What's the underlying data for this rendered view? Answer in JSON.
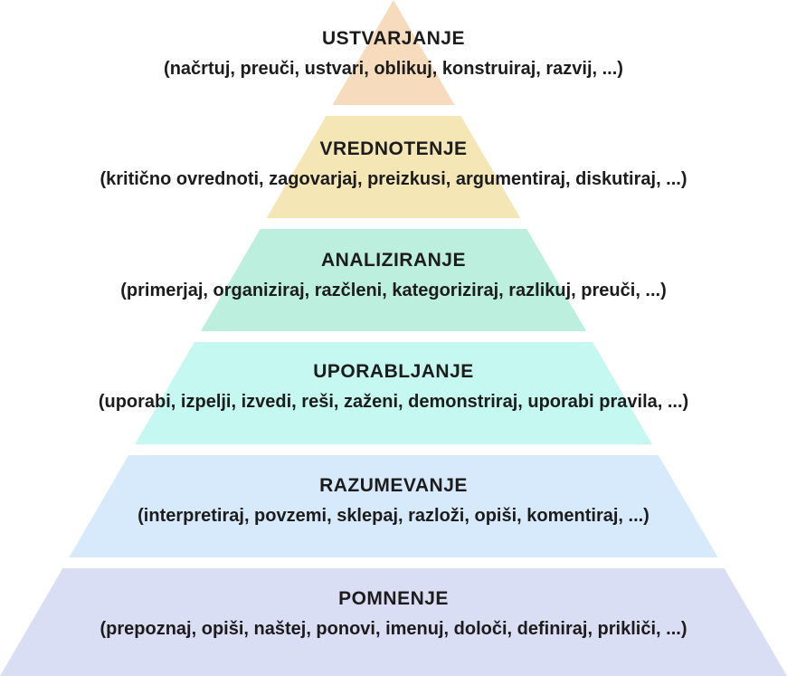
{
  "levels": [
    {
      "title": "USTVARJANJE",
      "verbs": "(načrtuj, preuči, ustvari, oblikuj, konstruiraj, razvij, ...)",
      "color": "#f6dcbc"
    },
    {
      "title": "VREDNOTENJE",
      "verbs": "(kritično ovrednoti, zagovarjaj, preizkusi, argumentiraj, diskutiraj, ...)",
      "color": "#f5e6b6"
    },
    {
      "title": "ANALIZIRANJE",
      "verbs": "(primerjaj, organiziraj, razčleni, kategoriziraj, razlikuj, preuči, ...)",
      "color": "#bcefdd"
    },
    {
      "title": "UPORABLJANJE",
      "verbs": "(uporabi, izpelji, izvedi, reši, zaženi, demonstriraj, uporabi pravila, ...)",
      "color": "#c4f8f1"
    },
    {
      "title": "RAZUMEVANJE",
      "verbs": "(interpretiraj, povzemi, sklepaj, razloži, opiši, komentiraj, ...)",
      "color": "#d7eafb"
    },
    {
      "title": "POMNENJE",
      "verbs": "(prepoznaj, opiši, naštej, ponovi, imenuj, določi, definiraj, prikliči, ...)",
      "color": "#dadef5"
    }
  ]
}
